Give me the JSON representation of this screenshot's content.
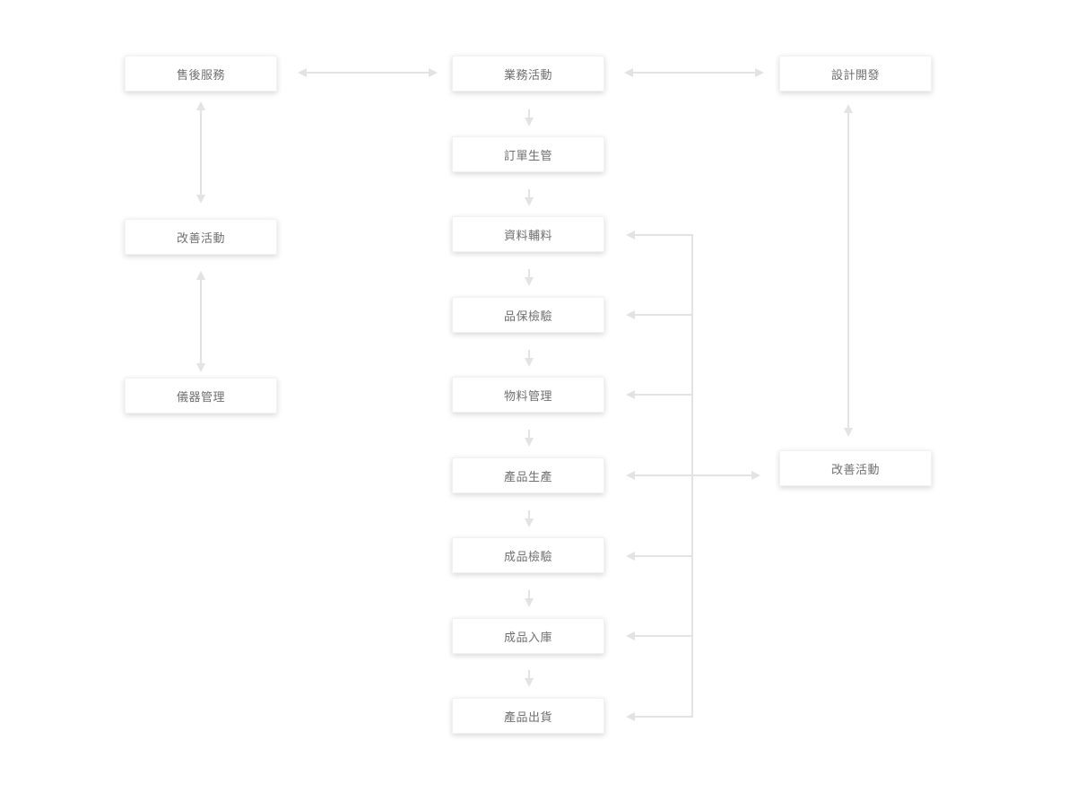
{
  "colors": {
    "connector": "#e3e3e3",
    "label": "#6f6f6f",
    "node_bg": "#ffffff"
  },
  "left": {
    "after_sales": "售後服務",
    "improvement": "改善活動",
    "instrument": "儀器管理"
  },
  "center": {
    "business": "業務活動",
    "order_control": "訂單生管",
    "materials": "資料輔料",
    "qa_inspection": "品保檢驗",
    "material_mgmt": "物料管理",
    "production": "產品生產",
    "product_inspection": "成品檢驗",
    "warehousing": "成品入庫",
    "shipping": "產品出貨"
  },
  "right": {
    "design_dev": "設計開發",
    "improvement": "改善活動"
  }
}
